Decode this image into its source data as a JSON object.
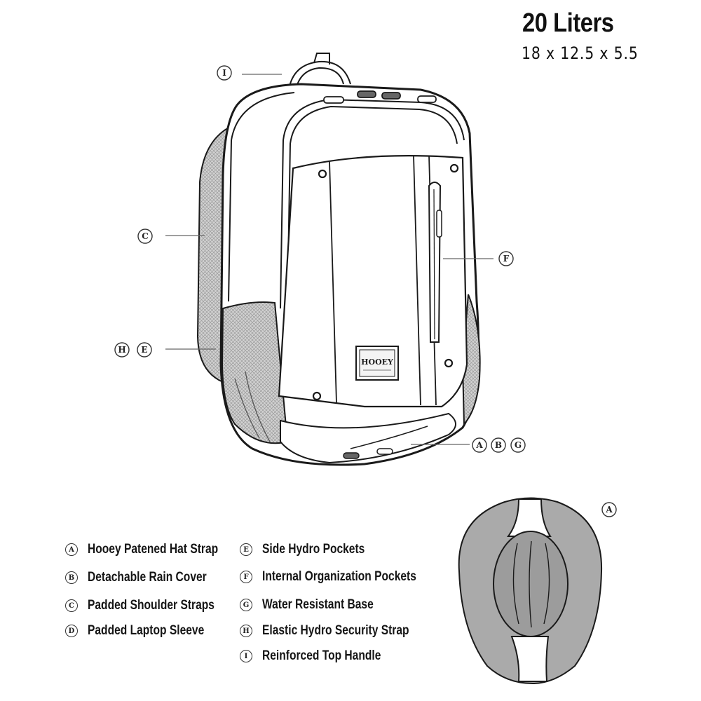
{
  "header": {
    "capacity": "20 Liters",
    "dimensions": "18  x 12.5  x 5.5"
  },
  "callouts": {
    "handle": "I",
    "straps": "C",
    "pocket_f": "F",
    "side_h": "H",
    "side_e": "E",
    "base_a": "A",
    "base_b": "B",
    "base_g": "G",
    "hat_a": "A"
  },
  "patch": {
    "brand": "HOOEY"
  },
  "legend": {
    "items": [
      {
        "letter": "A",
        "text": "Hooey Patened Hat Strap"
      },
      {
        "letter": "B",
        "text": "Detachable Rain Cover"
      },
      {
        "letter": "C",
        "text": "Padded Shoulder Straps"
      },
      {
        "letter": "D",
        "text": "Padded Laptop Sleeve"
      },
      {
        "letter": "E",
        "text": "Side Hydro Pockets"
      },
      {
        "letter": "F",
        "text": "Internal Organization Pockets"
      },
      {
        "letter": "G",
        "text": "Water Resistant Base"
      },
      {
        "letter": "H",
        "text": "Elastic Hydro Security Strap"
      },
      {
        "letter": "I",
        "text": "Reinforced Top Handle"
      }
    ]
  },
  "colors": {
    "outline": "#1a1a1a",
    "mesh": "#b8b8b8",
    "hat": "#a9a9a9"
  }
}
